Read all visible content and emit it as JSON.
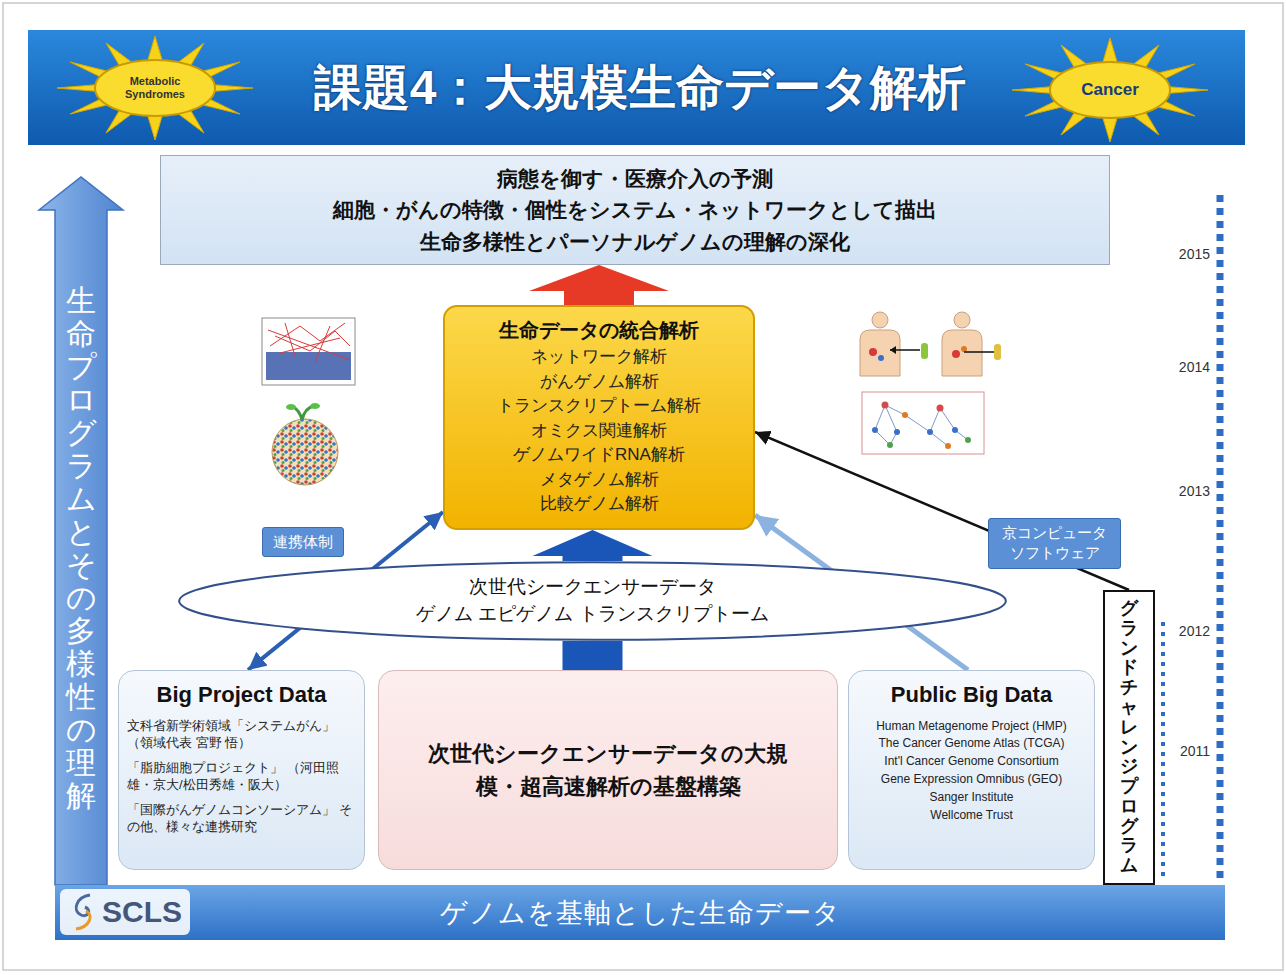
{
  "diagram": {
    "title": "課題4：大規模生命データ解析",
    "nodes": [
      {
        "text": [
          "Metabolic Syndromes"
        ]
      },
      {
        "text": [
          "Cancer"
        ]
      },
      {
        "text": [
          "病態を御す・医療介入の予測",
          "細胞・がんの特徴・個性をシステム・ネットワークとして描出",
          "生命多様性とパーソナルゲノムの理解の深化"
        ]
      },
      {
        "text": [
          "生命プログラムとその多様性の理解"
        ]
      },
      {
        "text": [
          "生命データの統合解析",
          "ネットワーク解析",
          "がんゲノム解析",
          "トランスクリプトーム解析",
          "オミクス関連解析",
          "ゲノムワイドRNA解析",
          "メタゲノム解析",
          "比較ゲノム解析"
        ]
      },
      {
        "text": [
          "次世代シークエンサーデータ",
          "ゲノム エピゲノム トランスクリプトーム"
        ]
      },
      {
        "text": [
          "Big Project Data",
          "文科省新学術領域「システムがん」 （領域代表 宮野 悟）",
          "「脂肪細胞プロジェクト」 （河田照雄・京大/松田秀雄・阪大）",
          "「国際がんゲノムコンソーシアム」 その他、様々な連携研究"
        ]
      },
      {
        "text": [
          "次世代シークエンサーデータの大規模・超高速解析の基盤構築"
        ]
      },
      {
        "text": [
          "Public Big Data",
          "Human Metagenome Project (HMP)",
          "The Cancer Genome Atlas (TCGA)",
          "Int'l Cancer Genome Consortium",
          "Gene Expression Omnibus (GEO)",
          "Sanger Institute",
          "Wellcome Trust"
        ]
      },
      {
        "text": [
          "グランドチャレンジプログラム"
        ]
      },
      {
        "text": [
          "ゲノムを基軸とした生命データ"
        ]
      }
    ],
    "edges": [
      {
        "from": 4,
        "to": 2,
        "arrow": "to"
      },
      {
        "from": 7,
        "to": 5,
        "arrow": "none"
      },
      {
        "from": 5,
        "to": 4,
        "arrow": "to"
      },
      {
        "from": 6,
        "to": 4,
        "arrow": "both",
        "label": "連携体制"
      },
      {
        "from": 8,
        "to": 4,
        "arrow": "to"
      },
      {
        "from": 9,
        "to": 4,
        "arrow": "to",
        "label": "京コンピュータ ソフトウェア"
      }
    ],
    "labels": [
      "2015",
      "2014",
      "2013",
      "2012",
      "2011",
      "SCLS"
    ]
  }
}
